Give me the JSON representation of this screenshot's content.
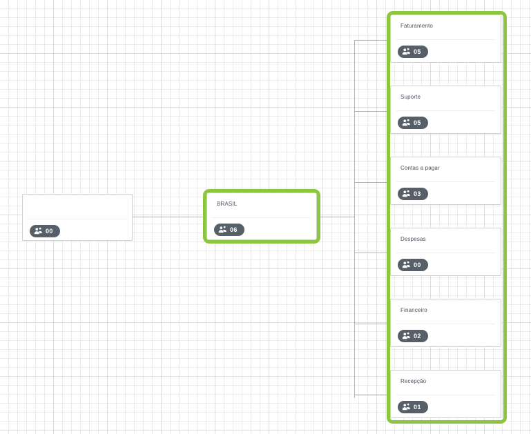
{
  "app": {
    "view": "org-chart",
    "background": "grid"
  },
  "colors": {
    "highlight_green": "#8CC63F",
    "badge_background": "#575f68",
    "badge_text": "#ffffff",
    "card_border": "#cfcfcf",
    "card_background": "#ffffff",
    "title_text": "#4a5160",
    "connector_line": "#b4b4b4",
    "grid_line": "#dcdce0"
  },
  "badge_icon": "people-group-icon",
  "nodes": {
    "root": {
      "title": "",
      "count": "00",
      "selected": false
    },
    "country": {
      "title": "BRASIL",
      "count": "06",
      "selected": true
    },
    "departments": [
      {
        "title": "Faturamento",
        "count": "05"
      },
      {
        "title": "Suporte",
        "count": "05"
      },
      {
        "title": "Contas a pagar",
        "count": "03"
      },
      {
        "title": "Despesas",
        "count": "00"
      },
      {
        "title": "Financeiro",
        "count": "02"
      },
      {
        "title": "Recepção",
        "count": "01"
      }
    ]
  }
}
